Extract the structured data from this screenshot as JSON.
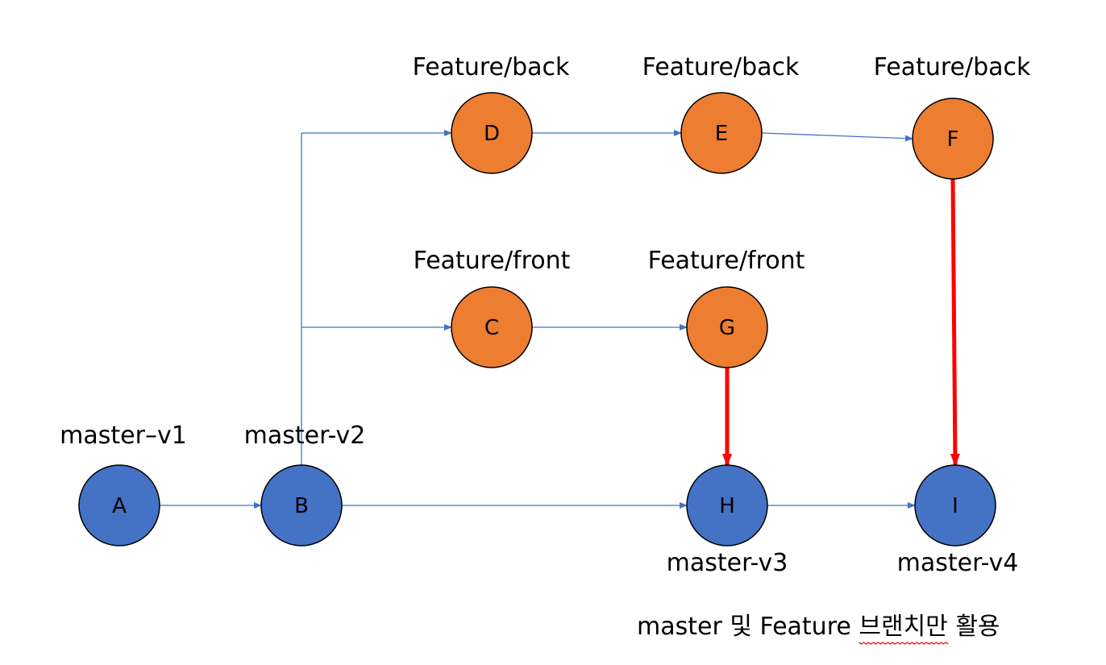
{
  "colors": {
    "master_node": "#4472c4",
    "feature_node": "#ed7d31",
    "node_stroke": "#000000",
    "commit_line": "#4472c4",
    "merge_arrow": "#ff0000",
    "spellcheck_underline": "#ff0000"
  },
  "nodes": {
    "A": {
      "label": "A",
      "branch": "master-v1",
      "type": "master"
    },
    "B": {
      "label": "B",
      "branch": "master-v2",
      "type": "master"
    },
    "C": {
      "label": "C",
      "branch": "Feature/front",
      "type": "feature"
    },
    "D": {
      "label": "D",
      "branch": "Feature/back",
      "type": "feature"
    },
    "E": {
      "label": "E",
      "branch": "Feature/back",
      "type": "feature"
    },
    "F": {
      "label": "F",
      "branch": "Feature/back",
      "type": "feature"
    },
    "G": {
      "label": "G",
      "branch": "Feature/front",
      "type": "feature"
    },
    "H": {
      "label": "H",
      "branch": "master-v3",
      "type": "master"
    },
    "I": {
      "label": "I",
      "branch": "master-v4",
      "type": "master"
    }
  },
  "branch_labels": {
    "master_v1": "master–v1"
  },
  "edges": [
    {
      "from": "A",
      "to": "B",
      "kind": "commit"
    },
    {
      "from": "B",
      "to": "H",
      "kind": "commit"
    },
    {
      "from": "H",
      "to": "I",
      "kind": "commit"
    },
    {
      "from": "B",
      "to": "D",
      "kind": "branch"
    },
    {
      "from": "B",
      "to": "C",
      "kind": "branch"
    },
    {
      "from": "D",
      "to": "E",
      "kind": "commit"
    },
    {
      "from": "E",
      "to": "F",
      "kind": "commit"
    },
    {
      "from": "C",
      "to": "G",
      "kind": "commit"
    },
    {
      "from": "G",
      "to": "H",
      "kind": "merge"
    },
    {
      "from": "F",
      "to": "I",
      "kind": "merge"
    }
  ],
  "caption": {
    "prefix": "master 및 Feature ",
    "underlined": "브랜치만",
    "suffix": " 활용"
  }
}
